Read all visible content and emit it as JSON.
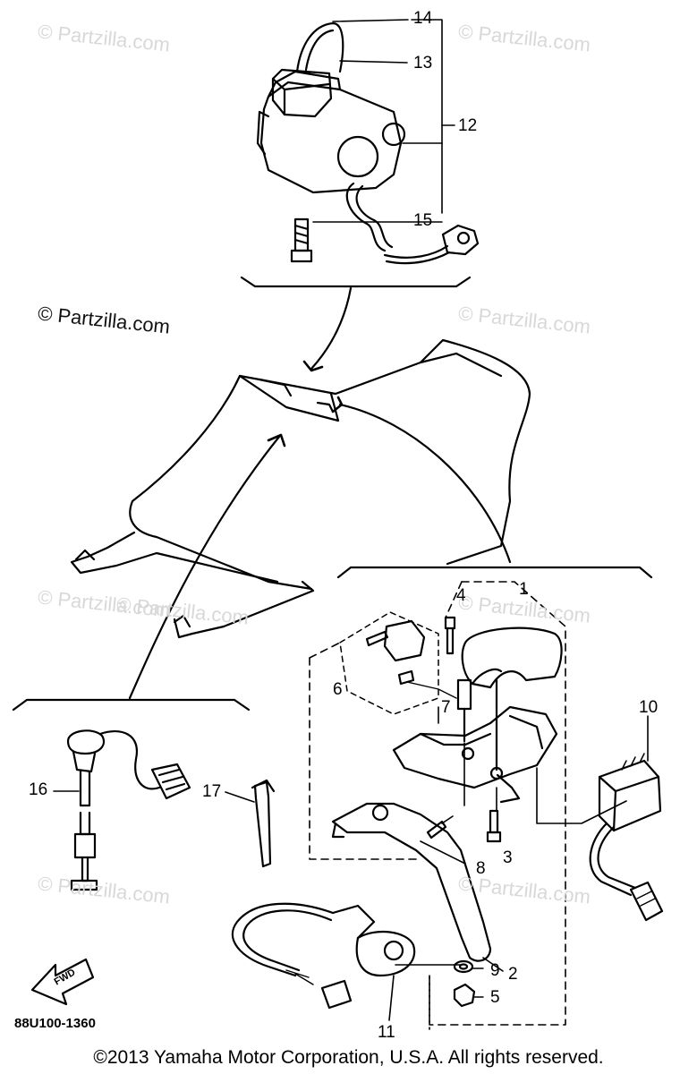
{
  "watermarks": {
    "w1": "© Partzilla.com",
    "w2": "© Partzilla.com",
    "w3": "© Partzilla.com",
    "w4": "© Partzilla.com",
    "w5": "© Partzilla.com",
    "w6": "© Partzilla.com",
    "w7": "© Partzilla.com",
    "w8": "© Partzilla.com",
    "w9": "© Partzilla.com"
  },
  "callouts": {
    "c1": "1",
    "c2": "2",
    "c3": "3",
    "c4": "4",
    "c5": "5",
    "c6": "6",
    "c7": "7",
    "c8": "8",
    "c9": "9",
    "c10": "10",
    "c11": "11",
    "c12": "12",
    "c13": "13",
    "c14": "14",
    "c15": "15",
    "c16": "16",
    "c17": "17"
  },
  "fwd_label": "FWD",
  "drawing_code": "88U100-1360",
  "copyright": "©2013 Yamaha Motor Corporation, U.S.A. All rights reserved."
}
